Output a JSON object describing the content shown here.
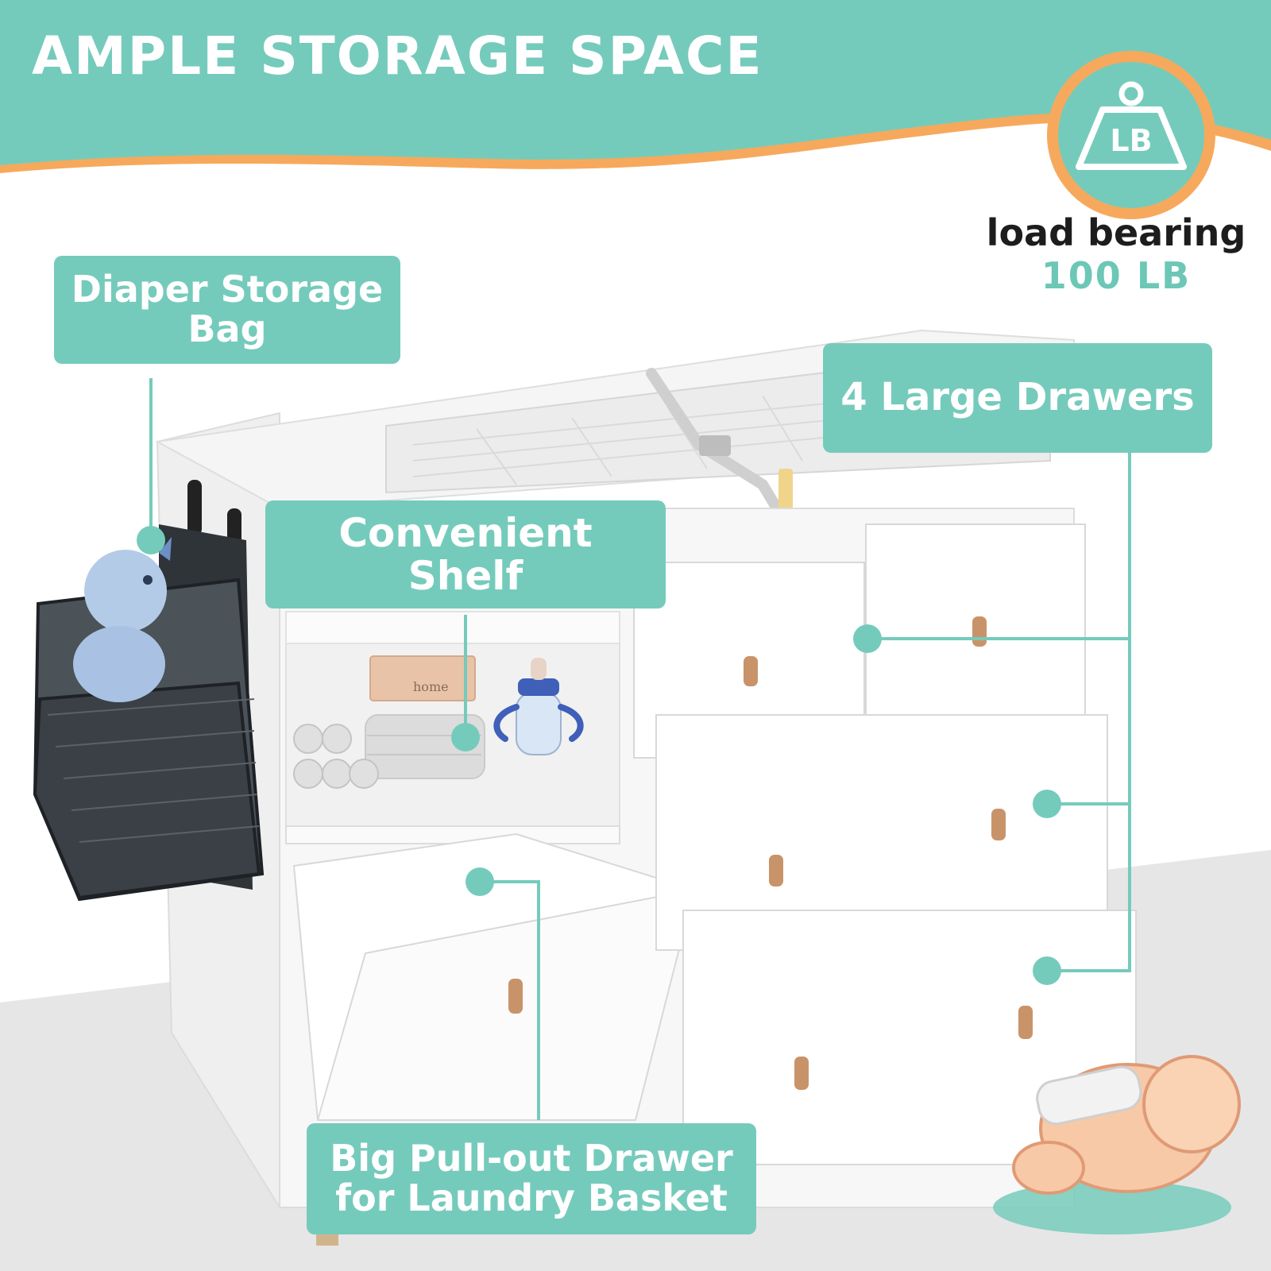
{
  "header": {
    "title": "AMPLE STORAGE SPACE"
  },
  "load_badge": {
    "icon": "weight-lb-icon",
    "icon_text": "LB",
    "label": "load bearing",
    "value": "100 LB"
  },
  "callouts": {
    "diaper_bag": {
      "line1": "Diaper Storage",
      "line2": "Bag"
    },
    "shelf": {
      "line1": "Convenient Shelf"
    },
    "drawers": {
      "line1": "4 Large Drawers"
    },
    "pull_out": {
      "line1": "Big Pull-out Drawer",
      "line2": "for Laundry Basket"
    }
  },
  "product_labels": {
    "tissue_box": "home"
  },
  "colors": {
    "teal": "#75cbbb",
    "orange": "#f6a95c",
    "leather_handle": "#c9936a",
    "text_dark": "#1d1d1d"
  }
}
